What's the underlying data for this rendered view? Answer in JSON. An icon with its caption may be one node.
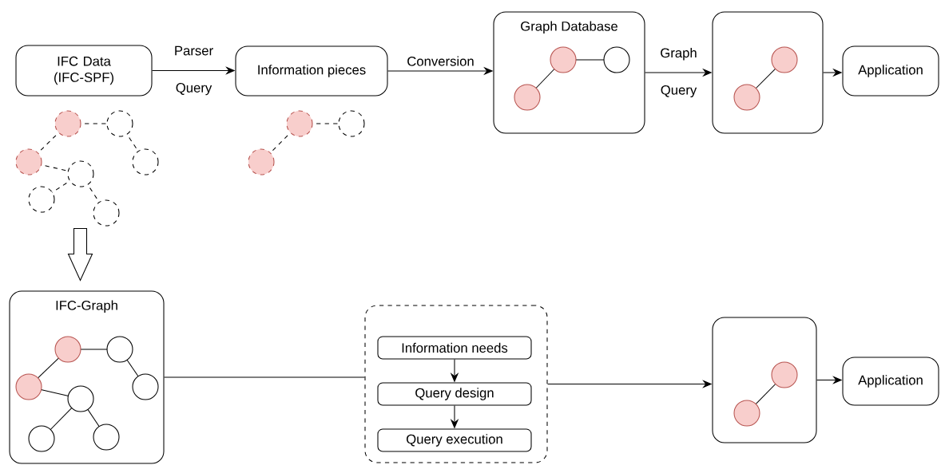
{
  "diagram": {
    "nodes": [
      {
        "text": [
          "IFC Data (IFC-SPF)"
        ]
      },
      {
        "text": [
          "Information pieces"
        ]
      },
      {
        "text": [
          "Graph Database"
        ]
      },
      {
        "text": [],
        "shape": "box"
      },
      {
        "text": [
          "Application"
        ]
      },
      {
        "text": [
          "IFC-Graph"
        ]
      },
      {
        "text": [],
        "shape": "box"
      },
      {
        "text": [
          "Information needs"
        ],
        "in": 6
      },
      {
        "text": [
          "Query design"
        ],
        "in": 6
      },
      {
        "text": [
          "Query execution"
        ],
        "in": 6
      },
      {
        "text": [],
        "shape": "box"
      },
      {
        "text": [
          "Application"
        ]
      }
    ],
    "edges": [
      {
        "from": 0,
        "to": 1,
        "arrow": "to",
        "label": "Parser Query"
      },
      {
        "from": 1,
        "to": 2,
        "arrow": "to",
        "label": "Conversion"
      },
      {
        "from": 2,
        "to": 3,
        "arrow": "to",
        "label": "Graph Query"
      },
      {
        "from": 3,
        "to": 4,
        "arrow": "to"
      },
      {
        "from": 0,
        "to": 5,
        "arrow": "to",
        "style": "thick"
      },
      {
        "from": 5,
        "to": 6,
        "arrow": "none"
      },
      {
        "from": 6,
        "to": 10,
        "arrow": "to"
      },
      {
        "from": 10,
        "to": 11,
        "arrow": "to"
      },
      {
        "from": 7,
        "to": 8,
        "arrow": "to"
      },
      {
        "from": 8,
        "to": 9,
        "arrow": "to"
      }
    ]
  }
}
